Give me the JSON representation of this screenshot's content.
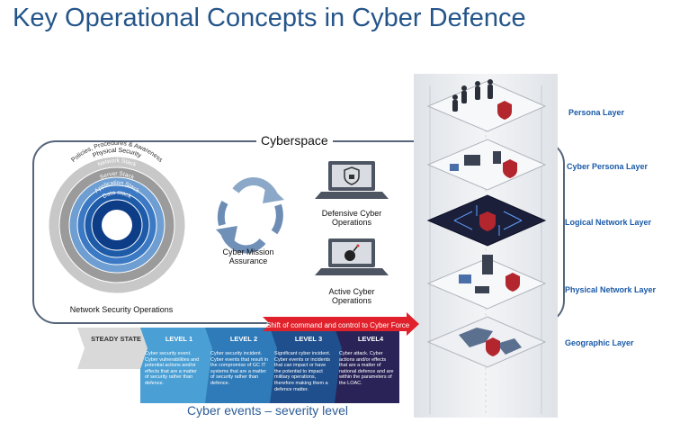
{
  "title": "Key Operational Concepts in Cyber Defence",
  "cyberspace_label": "Cyberspace",
  "rings": {
    "labels": [
      "Policies, Procedures & Awareness",
      "Physical Security",
      "Network Stack",
      "Server Stack",
      "Application Stack",
      "Data stack"
    ],
    "colors": [
      "#c8c8c8",
      "#9b9b9b",
      "#6f9fd2",
      "#3b79c4",
      "#1d5aa8",
      "#0d3d86"
    ],
    "caption": "Network Security Operations"
  },
  "mission": {
    "caption_line1": "Cyber Mission",
    "caption_line2": "Assurance"
  },
  "defensive": {
    "caption_line1": "Defensive Cyber",
    "caption_line2": "Operations"
  },
  "active": {
    "caption_line1": "Active Cyber",
    "caption_line2": "Operations"
  },
  "layers": [
    {
      "label": "Persona Layer"
    },
    {
      "label": "Cyber Persona Layer"
    },
    {
      "label": "Logical Network Layer"
    },
    {
      "label": "Physical Network Layer"
    },
    {
      "label": "Geographic Layer"
    }
  ],
  "shift_text": "Shift of command and control to Cyber Force",
  "levels": [
    {
      "title": "STEADY STATE",
      "desc": "",
      "color": "#d9d9d9"
    },
    {
      "title": "LEVEL 1",
      "desc": "Cyber security event. Cyber vulnerabilities and potential actions and/or effects that are a matter of security rather than defence.",
      "color": "#4a9fd4"
    },
    {
      "title": "LEVEL 2",
      "desc": "Cyber security incident. Cyber events that result in the compromise of GC IT systems that are a matter of security rather than defence.",
      "color": "#2f7ab8"
    },
    {
      "title": "LEVEL 3",
      "desc": "Significant cyber incident. Cyber events or incidents that can impact or have the potential to impact military operations, therefore making them a defence matter.",
      "color": "#1f4f8c"
    },
    {
      "title": "LEVEL4",
      "desc": "Cyber attack. Cyber actions and/or effects that are a matter of national defence and are within the parameters of the LOAC.",
      "color": "#2a2357"
    }
  ],
  "severity_label": "Cyber events – severity level"
}
